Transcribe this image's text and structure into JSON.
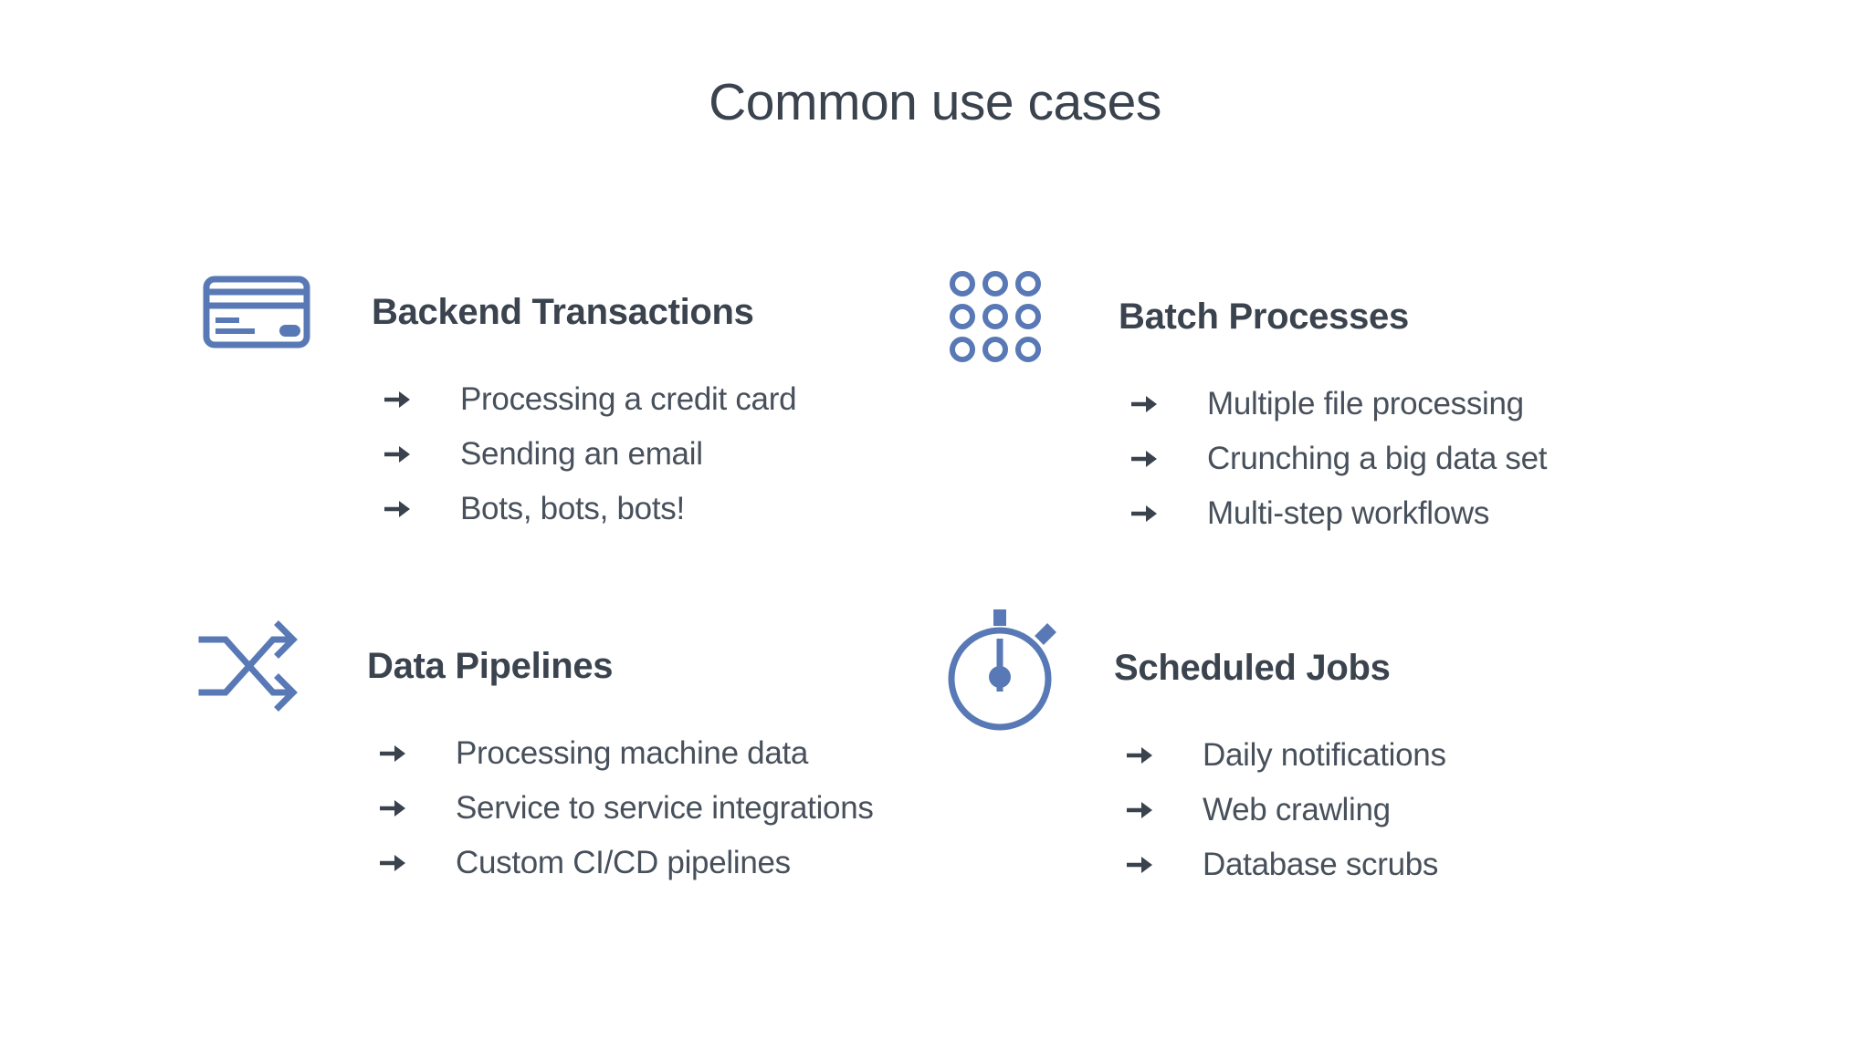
{
  "title": "Common use cases",
  "colors": {
    "background": "#ffffff",
    "accent_blue": "#5879b5",
    "heading_text": "#3a434e",
    "body_text": "#47505b",
    "arrow_bullet": "#39424d"
  },
  "sections": [
    {
      "icon": "credit-card-icon",
      "heading": "Backend Transactions",
      "items": [
        "Processing a credit card",
        "Sending an email",
        "Bots, bots, bots!"
      ]
    },
    {
      "icon": "grid-dots-icon",
      "heading": "Batch Processes",
      "items": [
        "Multiple file processing",
        "Crunching a big data set",
        "Multi-step workflows"
      ]
    },
    {
      "icon": "shuffle-icon",
      "heading": "Data Pipelines",
      "items": [
        "Processing machine data",
        "Service to service integrations",
        "Custom CI/CD pipelines"
      ]
    },
    {
      "icon": "stopwatch-icon",
      "heading": "Scheduled Jobs",
      "items": [
        "Daily notifications",
        "Web crawling",
        "Database scrubs"
      ]
    }
  ]
}
